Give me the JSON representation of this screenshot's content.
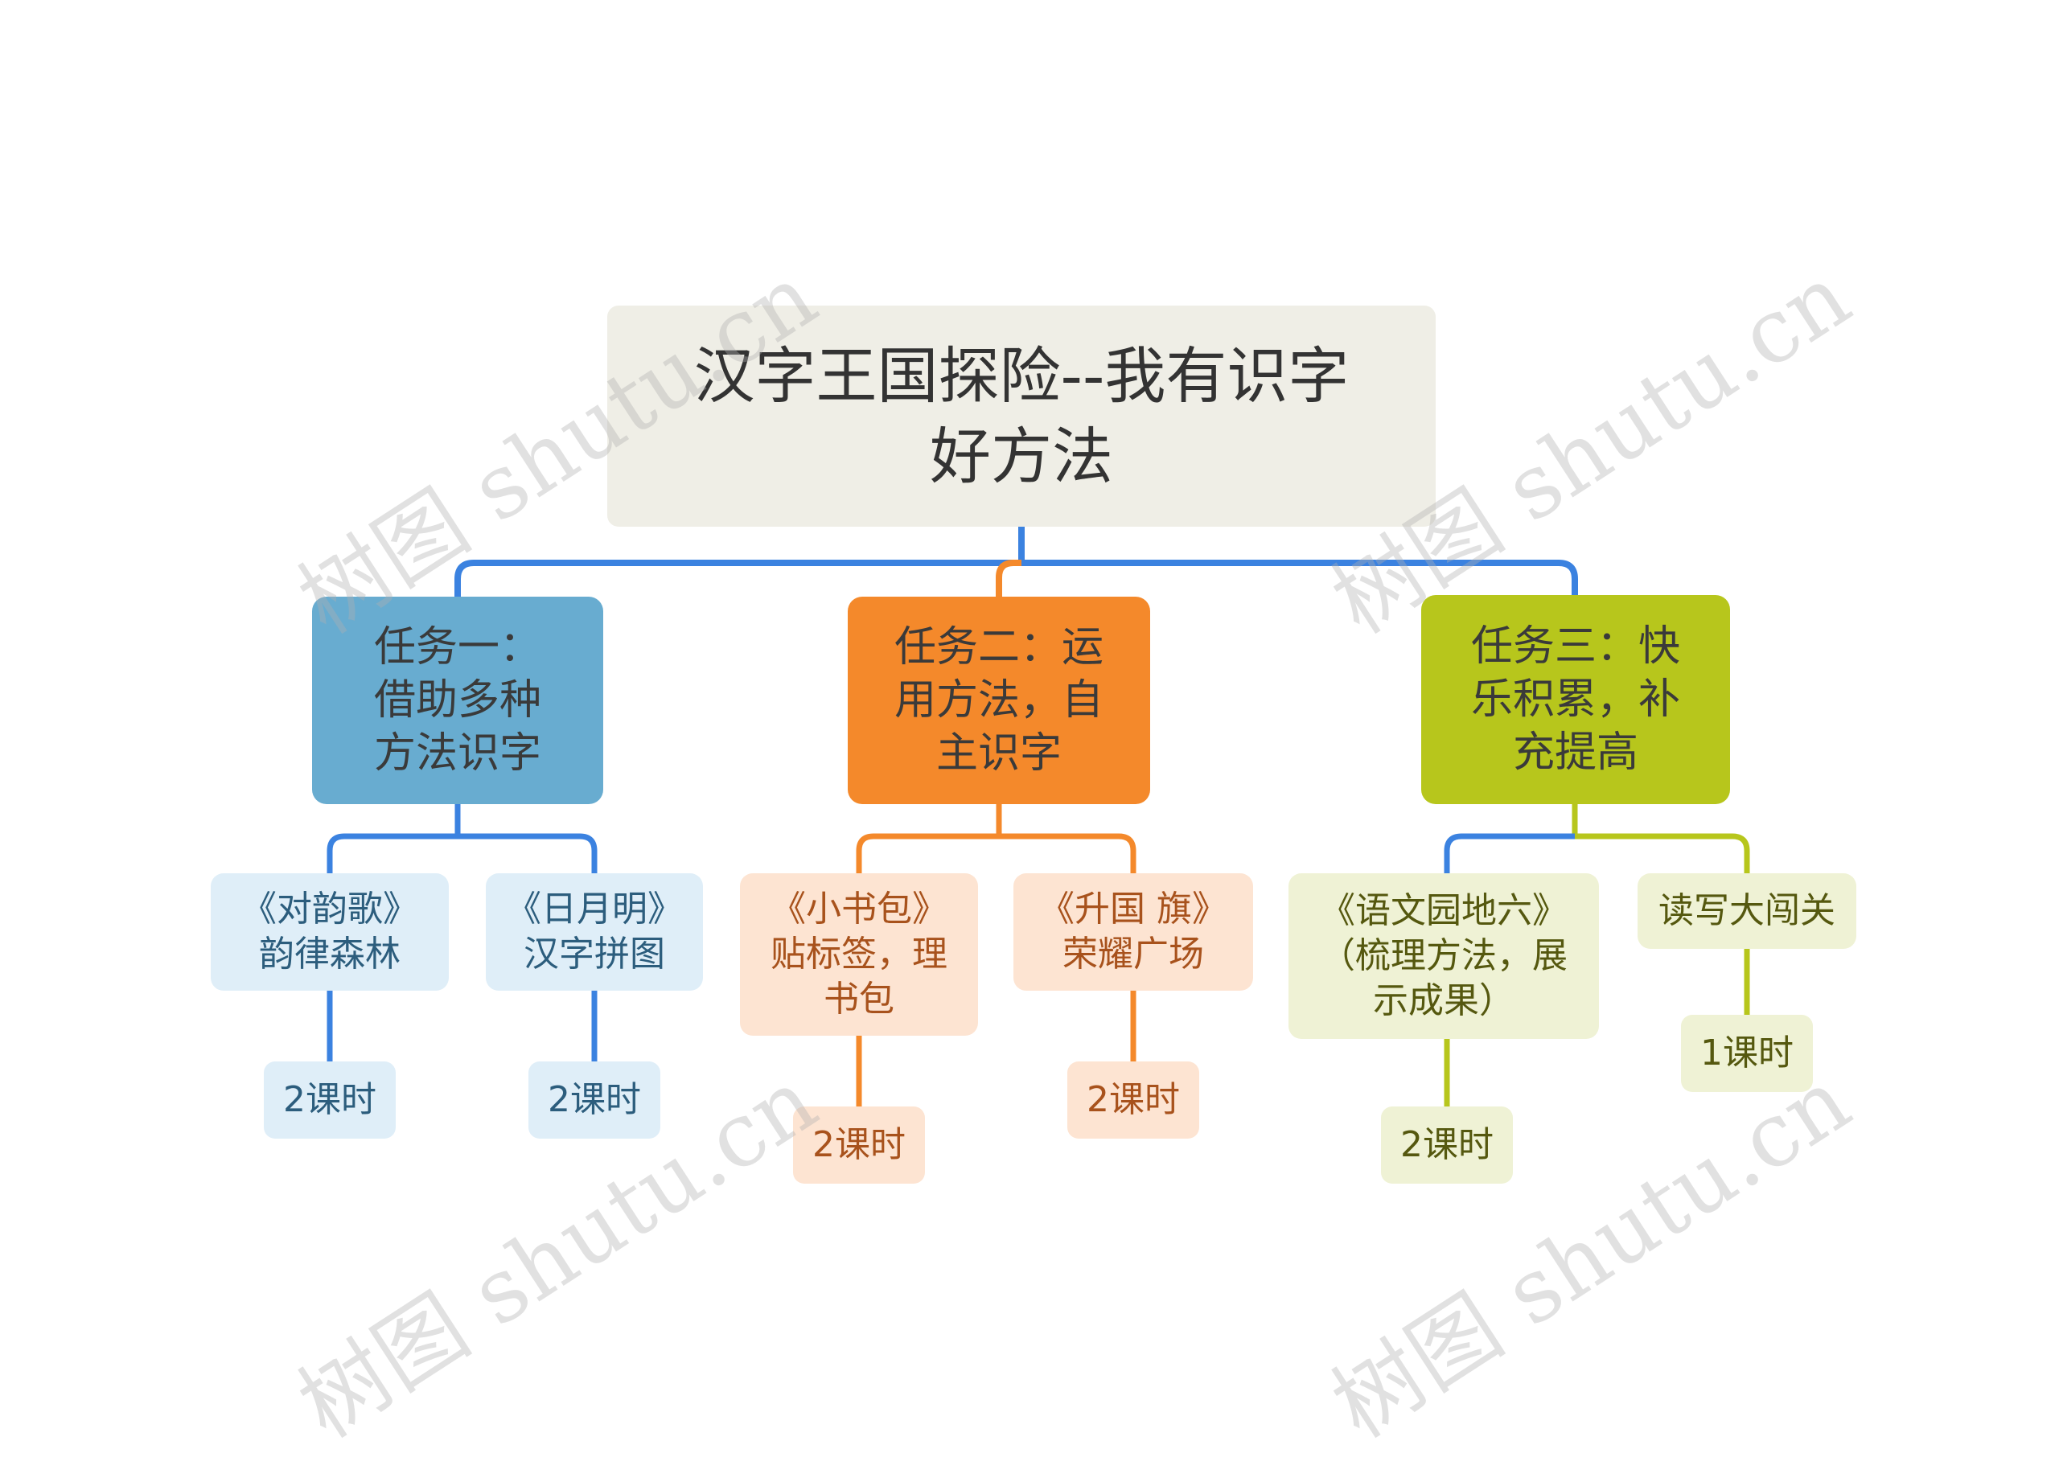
{
  "root": {
    "title": "汉字王国探险--我有识字\n好方法"
  },
  "colors": {
    "blue": "#68acd0",
    "orange": "#f4892b",
    "green": "#b7c61c",
    "root_bg": "#efeee6",
    "blue_line": "#3b82e0",
    "orange_line": "#f4892b",
    "green_line": "#b7c61c"
  },
  "tasks": [
    {
      "label": "任务一：\n借助多种\n方法识字",
      "children": [
        {
          "label": "《对韵歌》\n韵律森林",
          "hours": "2课时"
        },
        {
          "label": "《日月明》\n汉字拼图",
          "hours": "2课时"
        }
      ]
    },
    {
      "label": "任务二：运\n用方法，自\n主识字",
      "children": [
        {
          "label": "《小书包》\n贴标签，理\n书包",
          "hours": "2课时"
        },
        {
          "label": "《升国 旗》\n荣耀广场",
          "hours": "2课时"
        }
      ]
    },
    {
      "label": "任务三：快\n乐积累，补\n充提高",
      "children": [
        {
          "label": "《语文园地六》\n（梳理方法，展\n示成果）",
          "hours": "2课时"
        },
        {
          "label": "读写大闯关",
          "hours": "1课时"
        }
      ]
    }
  ],
  "watermarks": [
    "树图 shutu.cn",
    "树图 shutu.cn",
    "树图 shutu.cn",
    "树图 shutu.cn"
  ]
}
